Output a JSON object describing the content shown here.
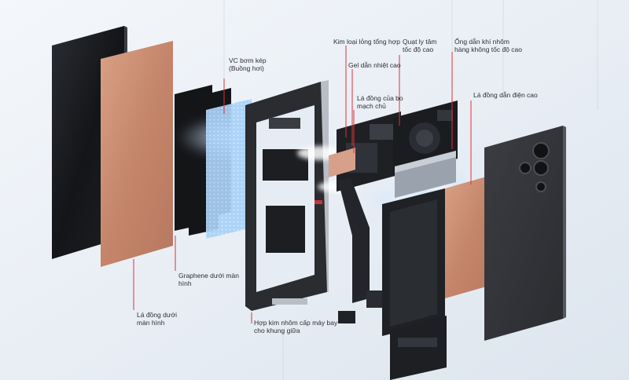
{
  "colors": {
    "background": "#e8eef5",
    "accent_line": "#d8343a",
    "copper": "#c98a6e",
    "dark_panel": "#1b1d21",
    "graphene": "#151618",
    "vc_glow": "#8fc4ff",
    "frame_metal": "#2a2c30"
  },
  "labels": {
    "kim_loai": "Kim loại lỏng tổng hợp",
    "quat": "Quạt ly tâm\ntốc độ cao",
    "ong_dan": "Ống dẫn khí nhôm\nhàng không tốc độ cao",
    "vc": "VC bơm kép\n(Buồng hơi)",
    "gel": "Gel dẫn nhiệt cao",
    "la_dong_bo": "Lá đồng của bo\nmạch chủ",
    "la_dong_dien": "Lá đồng dẫn điện cao",
    "graphene": "Graphene dưới màn\nhình",
    "la_dong_man": "Lá đồng dưới\nmàn hình",
    "hop_kim": "Hợp kim nhôm cấp máy bay\ncho khung giữa"
  }
}
